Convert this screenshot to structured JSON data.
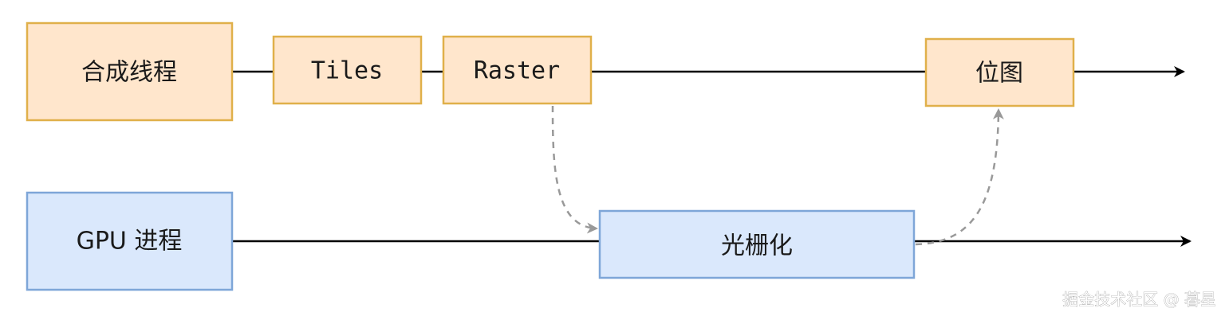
{
  "rows": {
    "compositor": {
      "label": "合成线程",
      "steps": {
        "tiles": "Tiles",
        "raster": "Raster",
        "bitmap": "位图"
      }
    },
    "gpu": {
      "label": "GPU 进程",
      "steps": {
        "rasterize": "光栅化"
      }
    }
  },
  "watermark": "掘金技术社区 @ 暮星",
  "colors": {
    "orange_fill": "#ffe6cc",
    "orange_stroke": "#e0b04a",
    "blue_fill": "#dae8fc",
    "blue_stroke": "#7ea6d8",
    "line": "#000000",
    "dashed_arrow": "#999999"
  }
}
